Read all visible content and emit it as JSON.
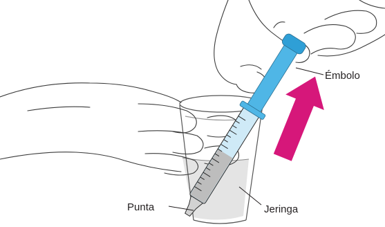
{
  "labels": {
    "plunger": "Émbolo",
    "tip": "Punta",
    "syringe": "Jeringa"
  },
  "colors": {
    "plunger": "#4fb6e6",
    "plunger_dark": "#2f9fd6",
    "barrel_liquid": "#bdbdbd",
    "arrow": "#d6177a",
    "water": "#e2e2e2",
    "outline": "#3a3a3a"
  },
  "icons": {
    "arrow": "up-arrow-icon"
  }
}
